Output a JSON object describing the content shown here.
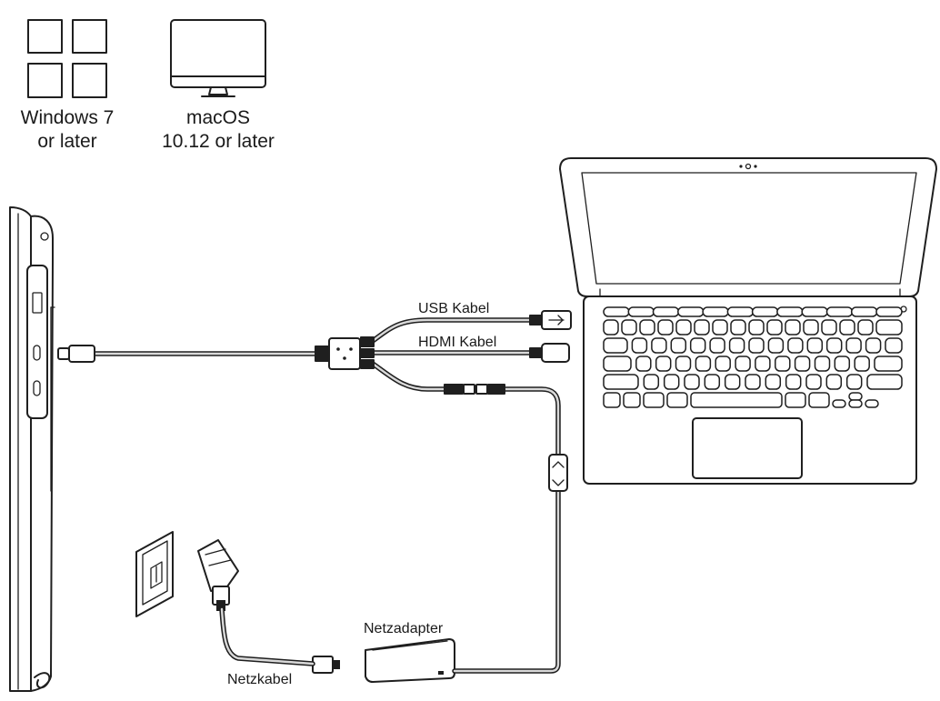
{
  "os": {
    "windows": {
      "line1": "Windows 7",
      "line2": "or later",
      "icon": "windows-logo-icon"
    },
    "macos": {
      "line1": "macOS",
      "line2": "10.12 or later",
      "icon": "imac-monitor-icon"
    }
  },
  "cables": {
    "usb": "USB Kabel",
    "hdmi": "HDMI Kabel",
    "adapter": "Netzadapter",
    "power": "Netzkabel"
  },
  "devices": {
    "tablet": "pen-display-tablet",
    "laptop": "laptop-computer",
    "socket": "wall-power-socket",
    "plug": "uk-mains-plug"
  },
  "colors": {
    "line": "#1f1f1f",
    "cable_inner": "#d9d9d9",
    "background": "#ffffff"
  }
}
